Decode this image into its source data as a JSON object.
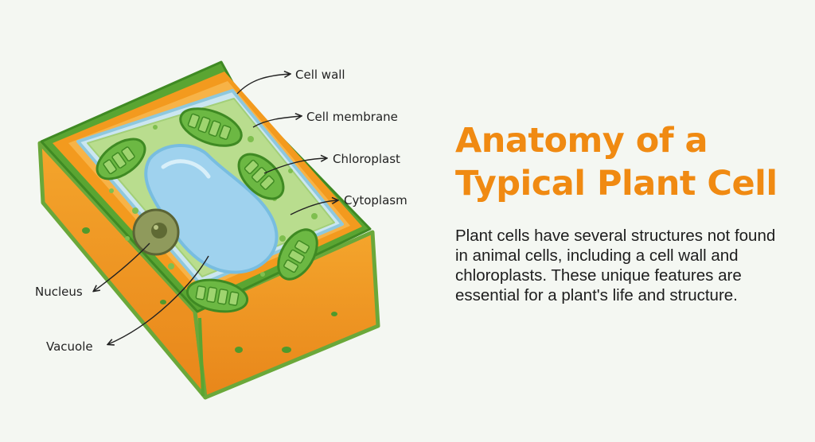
{
  "title": {
    "line1": "Anatomy of a",
    "line2": "Typical Plant Cell"
  },
  "description": "Plant cells have several structures not found in animal cells, including a cell wall and chloroplasts. These unique features are essential for a plant's life and structure.",
  "labels": {
    "cell_wall": "Cell wall",
    "cell_membrane": "Cell membrane",
    "chloroplast": "Chloroplast",
    "cytoplasm": "Cytoplasm",
    "nucleus": "Nucleus",
    "vacuole": "Vacuole"
  },
  "colors": {
    "title": "#f08a12",
    "cell_wall_outer": "#f39a1e",
    "cell_wall_green": "#5aa532",
    "membrane": "#8ec8de",
    "cytoplasm": "#b9dd8e",
    "vacuole": "#9fd2ee",
    "chloroplast": "#6cb843",
    "nucleus": "#8f9a5c"
  }
}
